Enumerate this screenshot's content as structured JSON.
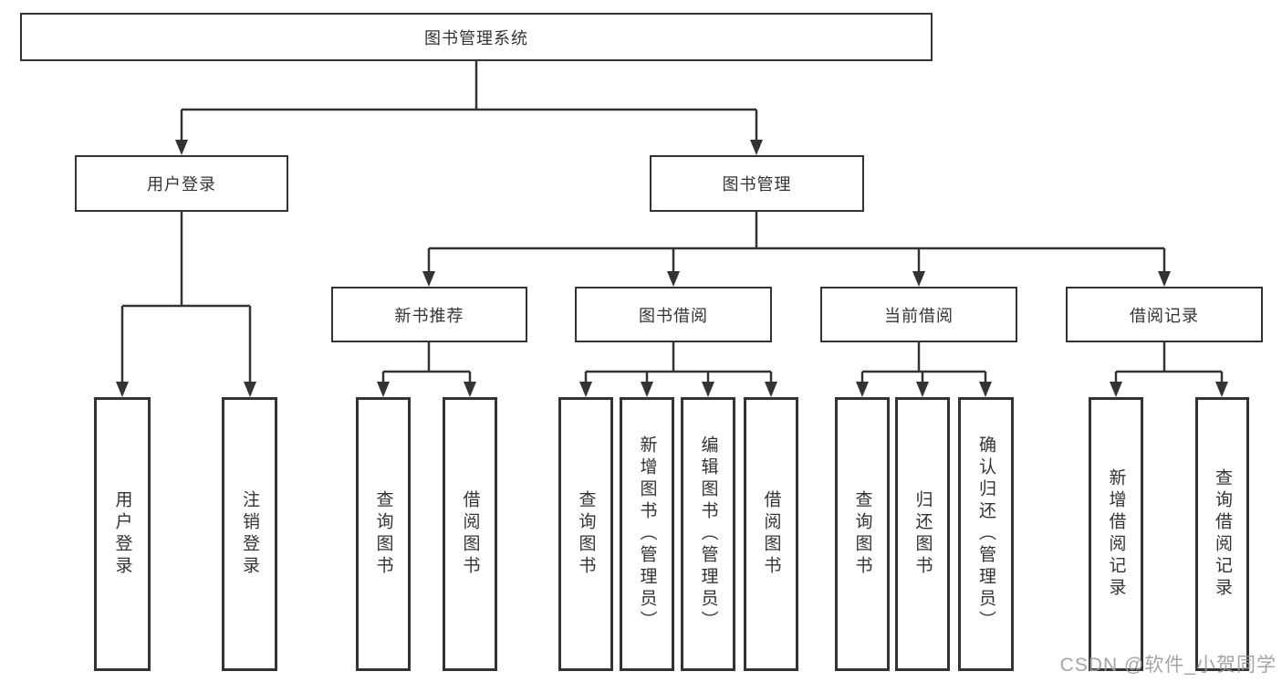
{
  "nodes": {
    "root": "图书管理系统",
    "user_login": "用户登录",
    "book_management": "图书管理",
    "new_book_recommend": "新书推荐",
    "book_borrow": "图书借阅",
    "current_borrow": "当前借阅",
    "borrow_records": "借阅记录",
    "login_children": [
      "用户登录",
      "注销登录"
    ],
    "new_book_children": [
      "查询图书",
      "借阅图书"
    ],
    "book_borrow_children": [
      "查询图书",
      "新增图书（管理员）",
      "编辑图书（管理员）",
      "借阅图书"
    ],
    "current_borrow_children": [
      "查询图书",
      "归还图书",
      "确认归还（管理员）"
    ],
    "borrow_records_children": [
      "新增借阅记录",
      "查询借阅记录"
    ]
  },
  "colors": {
    "line": "#333333",
    "box_border": "#333333",
    "background": "#ffffff",
    "text": "#333333",
    "watermark": "#9b9b9b"
  },
  "watermark": "CSDN @软件_小贺同学"
}
